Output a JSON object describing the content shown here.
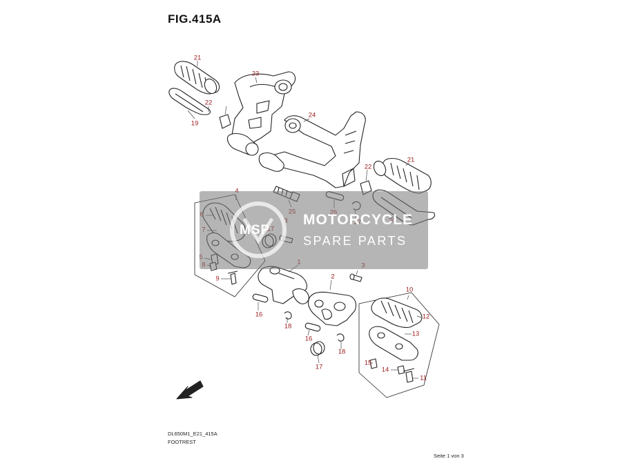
{
  "figure_title": "FIG.415A",
  "footer": {
    "model_code": "DL650M1_E21_415A",
    "section_name": "FOOTREST",
    "page_indicator": "Seite 1 von 3"
  },
  "direction_marker": "FWD",
  "watermark": {
    "logo_text": "MSP",
    "line1": "MOTORCYCLE",
    "line2": "SPARE PARTS"
  },
  "colors": {
    "callout": "#9b1b1b",
    "line": "#222222",
    "watermark_bg": "#787878"
  },
  "callouts": [
    "21",
    "23",
    "22",
    "19",
    "24",
    "22",
    "21",
    "4",
    "25",
    "26",
    "27",
    "20",
    "6",
    "17",
    "3",
    "7",
    "5",
    "8",
    "9",
    "1",
    "3",
    "2",
    "10",
    "12",
    "16",
    "18",
    "13",
    "16",
    "18",
    "15",
    "17",
    "14",
    "11"
  ]
}
